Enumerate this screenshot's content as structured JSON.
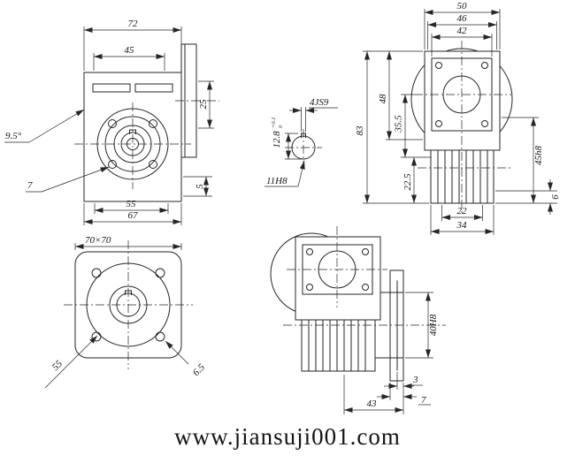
{
  "watermark": {
    "text": "www.jiansuji001.com",
    "color": "#a234a8"
  },
  "front_view": {
    "width_top": "72",
    "width_inner": "45",
    "angle": "9.5°",
    "screw_ref": "7",
    "flange_offset": "25",
    "foot": "5",
    "bolt_span": "55",
    "base_width": "67"
  },
  "flange_view": {
    "square": "70×70",
    "diagonal": "55",
    "hole": "6.5"
  },
  "bore_section": {
    "key_width": "4JS9",
    "key_depth": "12.8",
    "tol_upper": "+0.1",
    "tol_lower": "0",
    "bore": "11H8"
  },
  "rear_view": {
    "w50": "50",
    "w46": "46",
    "w42": "42",
    "h83": "83",
    "h48": "48",
    "h355": "35.5",
    "h225": "22.5",
    "boss": "45h8",
    "step": "6",
    "fin_w": "22",
    "base_w": "34"
  },
  "side_view": {
    "bore": "40H8",
    "spigot": "3",
    "flange_t": "7",
    "depth": "43"
  }
}
